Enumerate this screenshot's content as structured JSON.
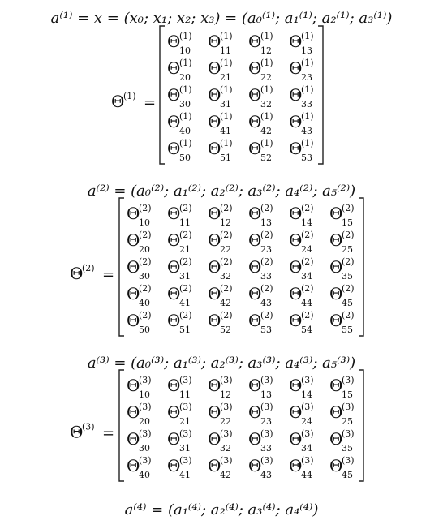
{
  "document": {
    "equations": [
      {
        "kind": "vector",
        "lhs": "a⁽¹⁾",
        "text": "a⁽¹⁾ = x = (x₀; x₁; x₂; x₃) = (a₀⁽¹⁾; a₁⁽¹⁾; a₂⁽¹⁾; a₃⁽¹⁾)"
      },
      {
        "kind": "matrix",
        "symbol": "Θ",
        "layer": "1",
        "rows": [
          "1",
          "2",
          "3",
          "4",
          "5"
        ],
        "cols": [
          "0",
          "1",
          "2",
          "3"
        ]
      },
      {
        "kind": "vector",
        "lhs": "a⁽²⁾",
        "text": "a⁽²⁾ = (a₀⁽²⁾; a₁⁽²⁾; a₂⁽²⁾; a₃⁽²⁾; a₄⁽²⁾; a₅⁽²⁾)"
      },
      {
        "kind": "matrix",
        "symbol": "Θ",
        "layer": "2",
        "rows": [
          "1",
          "2",
          "3",
          "4",
          "5"
        ],
        "cols": [
          "0",
          "1",
          "2",
          "3",
          "4",
          "5"
        ]
      },
      {
        "kind": "vector",
        "lhs": "a⁽³⁾",
        "text": "a⁽³⁾ = (a₀⁽³⁾; a₁⁽³⁾; a₂⁽³⁾; a₃⁽³⁾; a₄⁽³⁾; a₅⁽³⁾)"
      },
      {
        "kind": "matrix",
        "symbol": "Θ",
        "layer": "3",
        "rows": [
          "1",
          "2",
          "3",
          "4"
        ],
        "cols": [
          "0",
          "1",
          "2",
          "3",
          "4",
          "5"
        ]
      },
      {
        "kind": "vector",
        "lhs": "a⁽⁴⁾",
        "text": "a⁽⁴⁾ = (a₁⁽⁴⁾; a₂⁽⁴⁾; a₃⁽⁴⁾; a₄⁽⁴⁾)"
      }
    ]
  }
}
